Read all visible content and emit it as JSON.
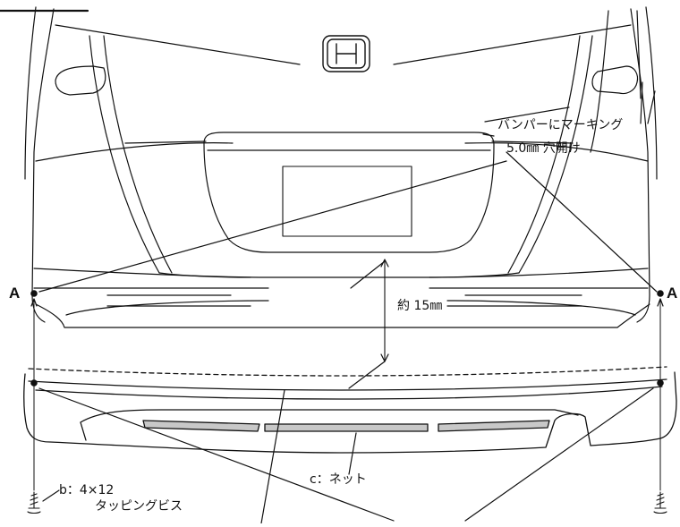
{
  "labels": {
    "marking": "バンパーにマーキング",
    "drill": "5.0㎜ 穴開け",
    "point_a_left": "A",
    "point_a_right": "A",
    "distance": "約 15㎜",
    "net": "c：ネット",
    "screw_line1": "b：4×12",
    "screw_line2": "タッピングビス"
  }
}
